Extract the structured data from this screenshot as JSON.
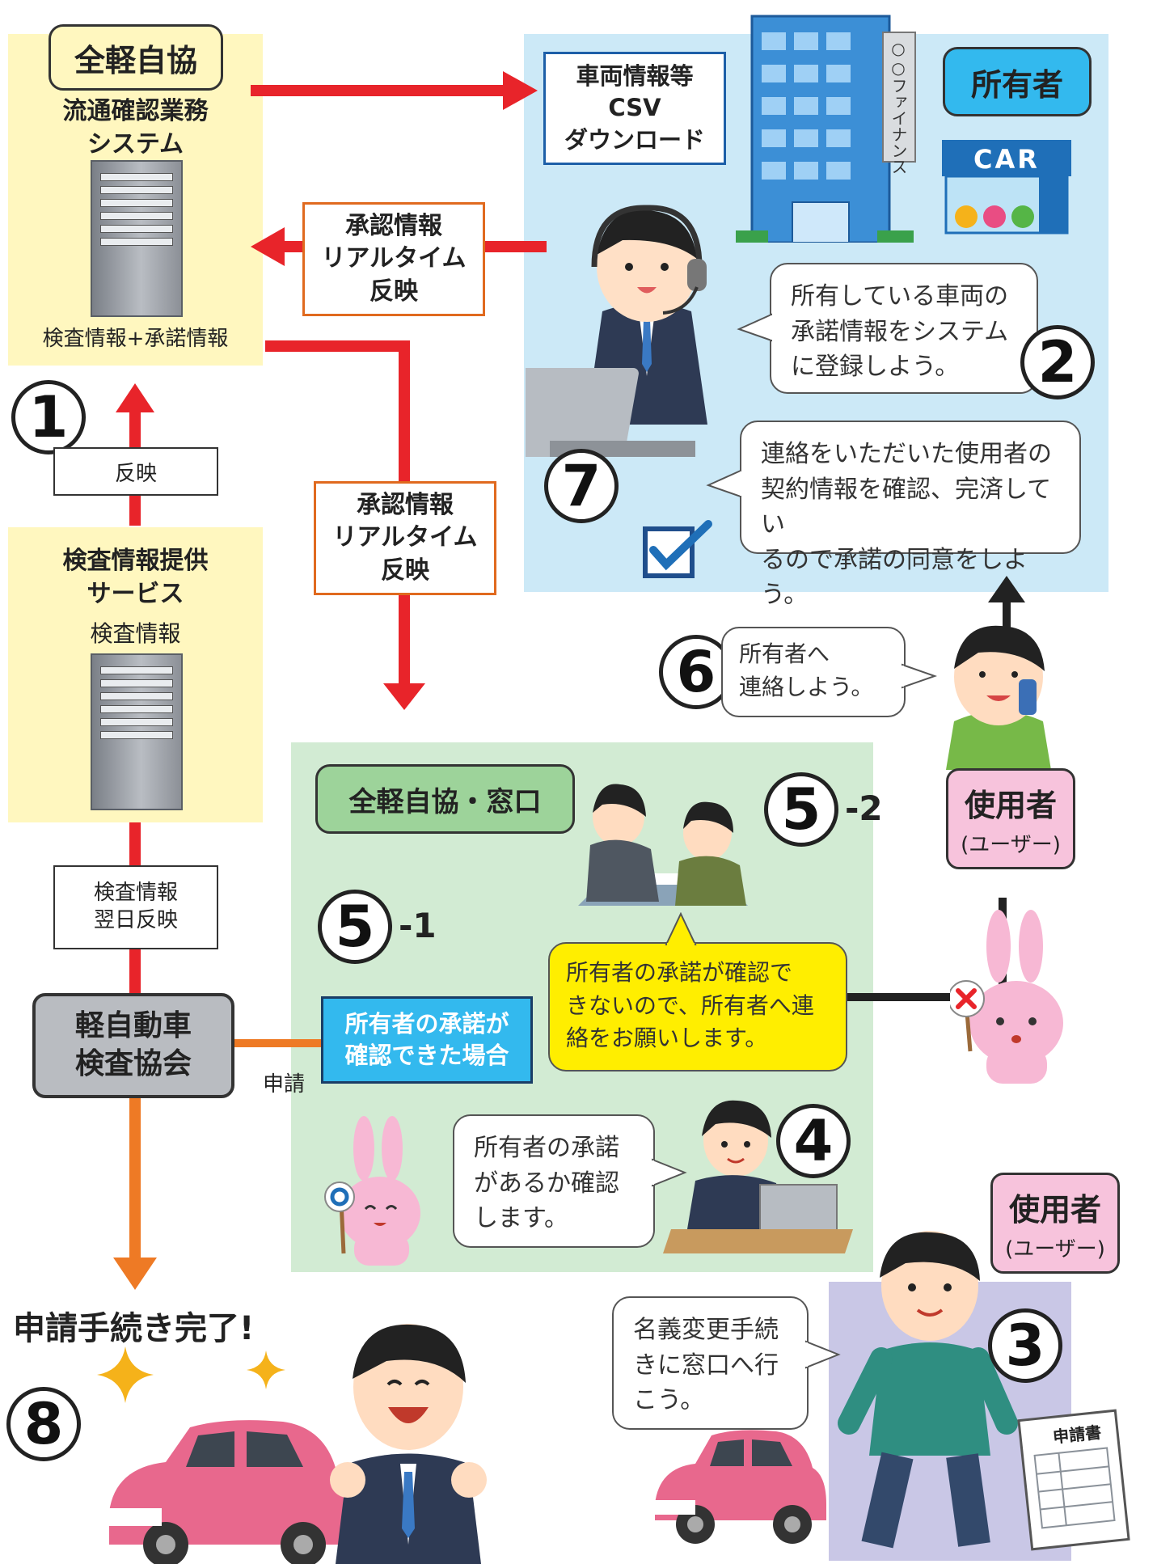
{
  "colors": {
    "yellow_panel": "#fff7bf",
    "blue_panel": "#cce9f7",
    "green_panel": "#d2ebd3",
    "red_arrow": "#e8242a",
    "orange_arrow": "#ee7a25",
    "pink": "#f7c3dc",
    "cyan": "#33b9ee",
    "green_pill": "#9dd39a",
    "gray_box": "#b9bcc1",
    "yellow_bubble": "#ffee00"
  },
  "left": {
    "org_label": "全軽自協",
    "system_title": "流通確認業務\nシステム",
    "system_caption": "検査情報+承諾情報",
    "reflect_label": "反映",
    "inspection_title": "検査情報提供\nサービス",
    "inspection_caption": "検査情報",
    "next_day_label": "検査情報\n翌日反映",
    "association_label": "軽自動車\n検査協会",
    "apply_label": "申請"
  },
  "arrows": {
    "csv_label": "車両情報等\nCSV\nダウンロード",
    "approval_top": "承認情報\nリアルタイム\n反映",
    "approval_mid": "承認情報\nリアルタイム\n反映"
  },
  "owner": {
    "label": "所有者",
    "building_sign": "○○ファイナンス",
    "car_sign": "CAR",
    "bubble_2": "所有している車両の\n承諾情報をシステム\nに登録しよう。",
    "bubble_7": "連絡をいただいた使用者の\n契約情報を確認、完済してい\nるので承諾の同意をしよう。"
  },
  "user": {
    "label": "使用者",
    "sub": "(ユーザー)",
    "bubble_6": "所有者へ\n連絡しよう。",
    "bubble_3": "名義変更手続\nきに窓口へ行\nこう。",
    "doc_label": "申請書"
  },
  "window": {
    "label": "全軽自協・窓口",
    "confirmed": "所有者の承諾が\n確認できた場合",
    "bubble_4": "所有者の承諾\nがあるか確認\nします。",
    "bubble_5_2": "所有者の承諾が確認で\nきないので、所有者へ連\n絡をお願いします。"
  },
  "steps": {
    "s1": "1",
    "s2": "2",
    "s3": "3",
    "s4": "4",
    "s5a": "5",
    "s5a_suffix": "-1",
    "s5b": "5",
    "s5b_suffix": "-2",
    "s6": "6",
    "s7": "7",
    "s8": "8"
  },
  "complete": "申請手続き完了!"
}
